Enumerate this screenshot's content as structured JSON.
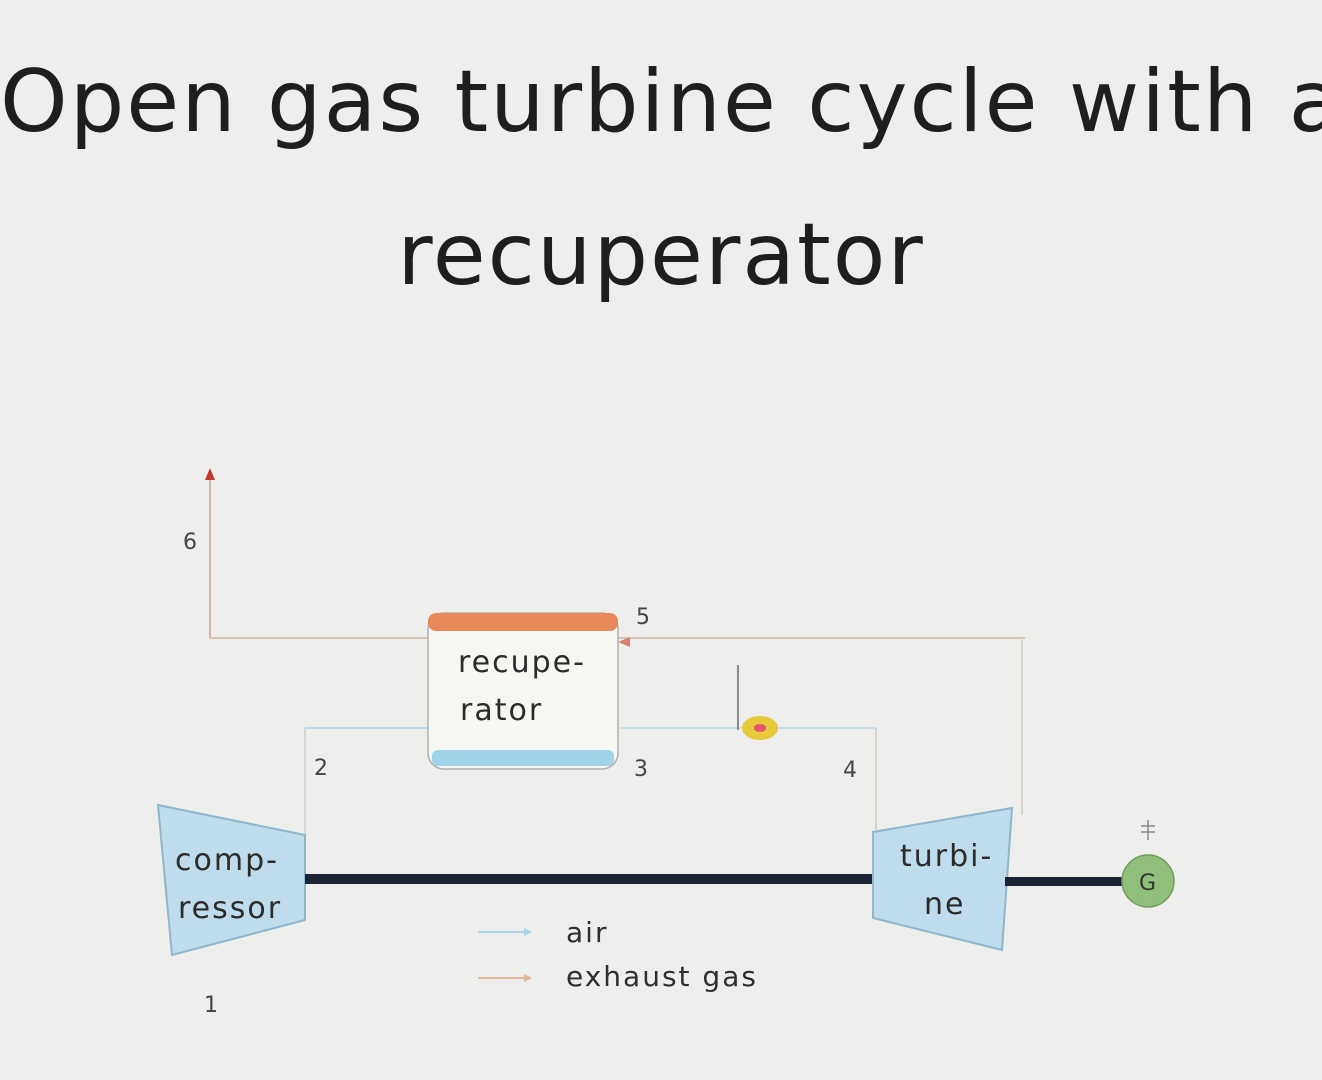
{
  "title": {
    "line1": "Open gas turbine cycle with a",
    "line2": "recuperator"
  },
  "diagram": {
    "components": {
      "compressor": {
        "line1": "comp-",
        "line2": "ressor"
      },
      "recuperator": {
        "line1": "recupe-",
        "line2": "rator"
      },
      "turbine": {
        "line1": "turbi-",
        "line2": "ne"
      },
      "generator": {
        "label": "G"
      }
    },
    "state_points": [
      "1",
      "2",
      "3",
      "4",
      "5",
      "6"
    ],
    "legend": [
      {
        "label": "air",
        "color": "#a9d4e6"
      },
      {
        "label": "exhaust gas",
        "color": "#e0b89a"
      }
    ],
    "colors": {
      "compressor_fill": "#bfdcec",
      "turbine_fill": "#bfdcec",
      "recuperator_top": "#e8895a",
      "recuperator_bottom": "#9fd3e8",
      "generator_fill": "#8fbf7a",
      "shaft": "#1c2433",
      "burner": "#e8c93a"
    },
    "icons": [
      "flame-icon",
      "arrow-up-icon",
      "arrow-left-icon"
    ]
  }
}
